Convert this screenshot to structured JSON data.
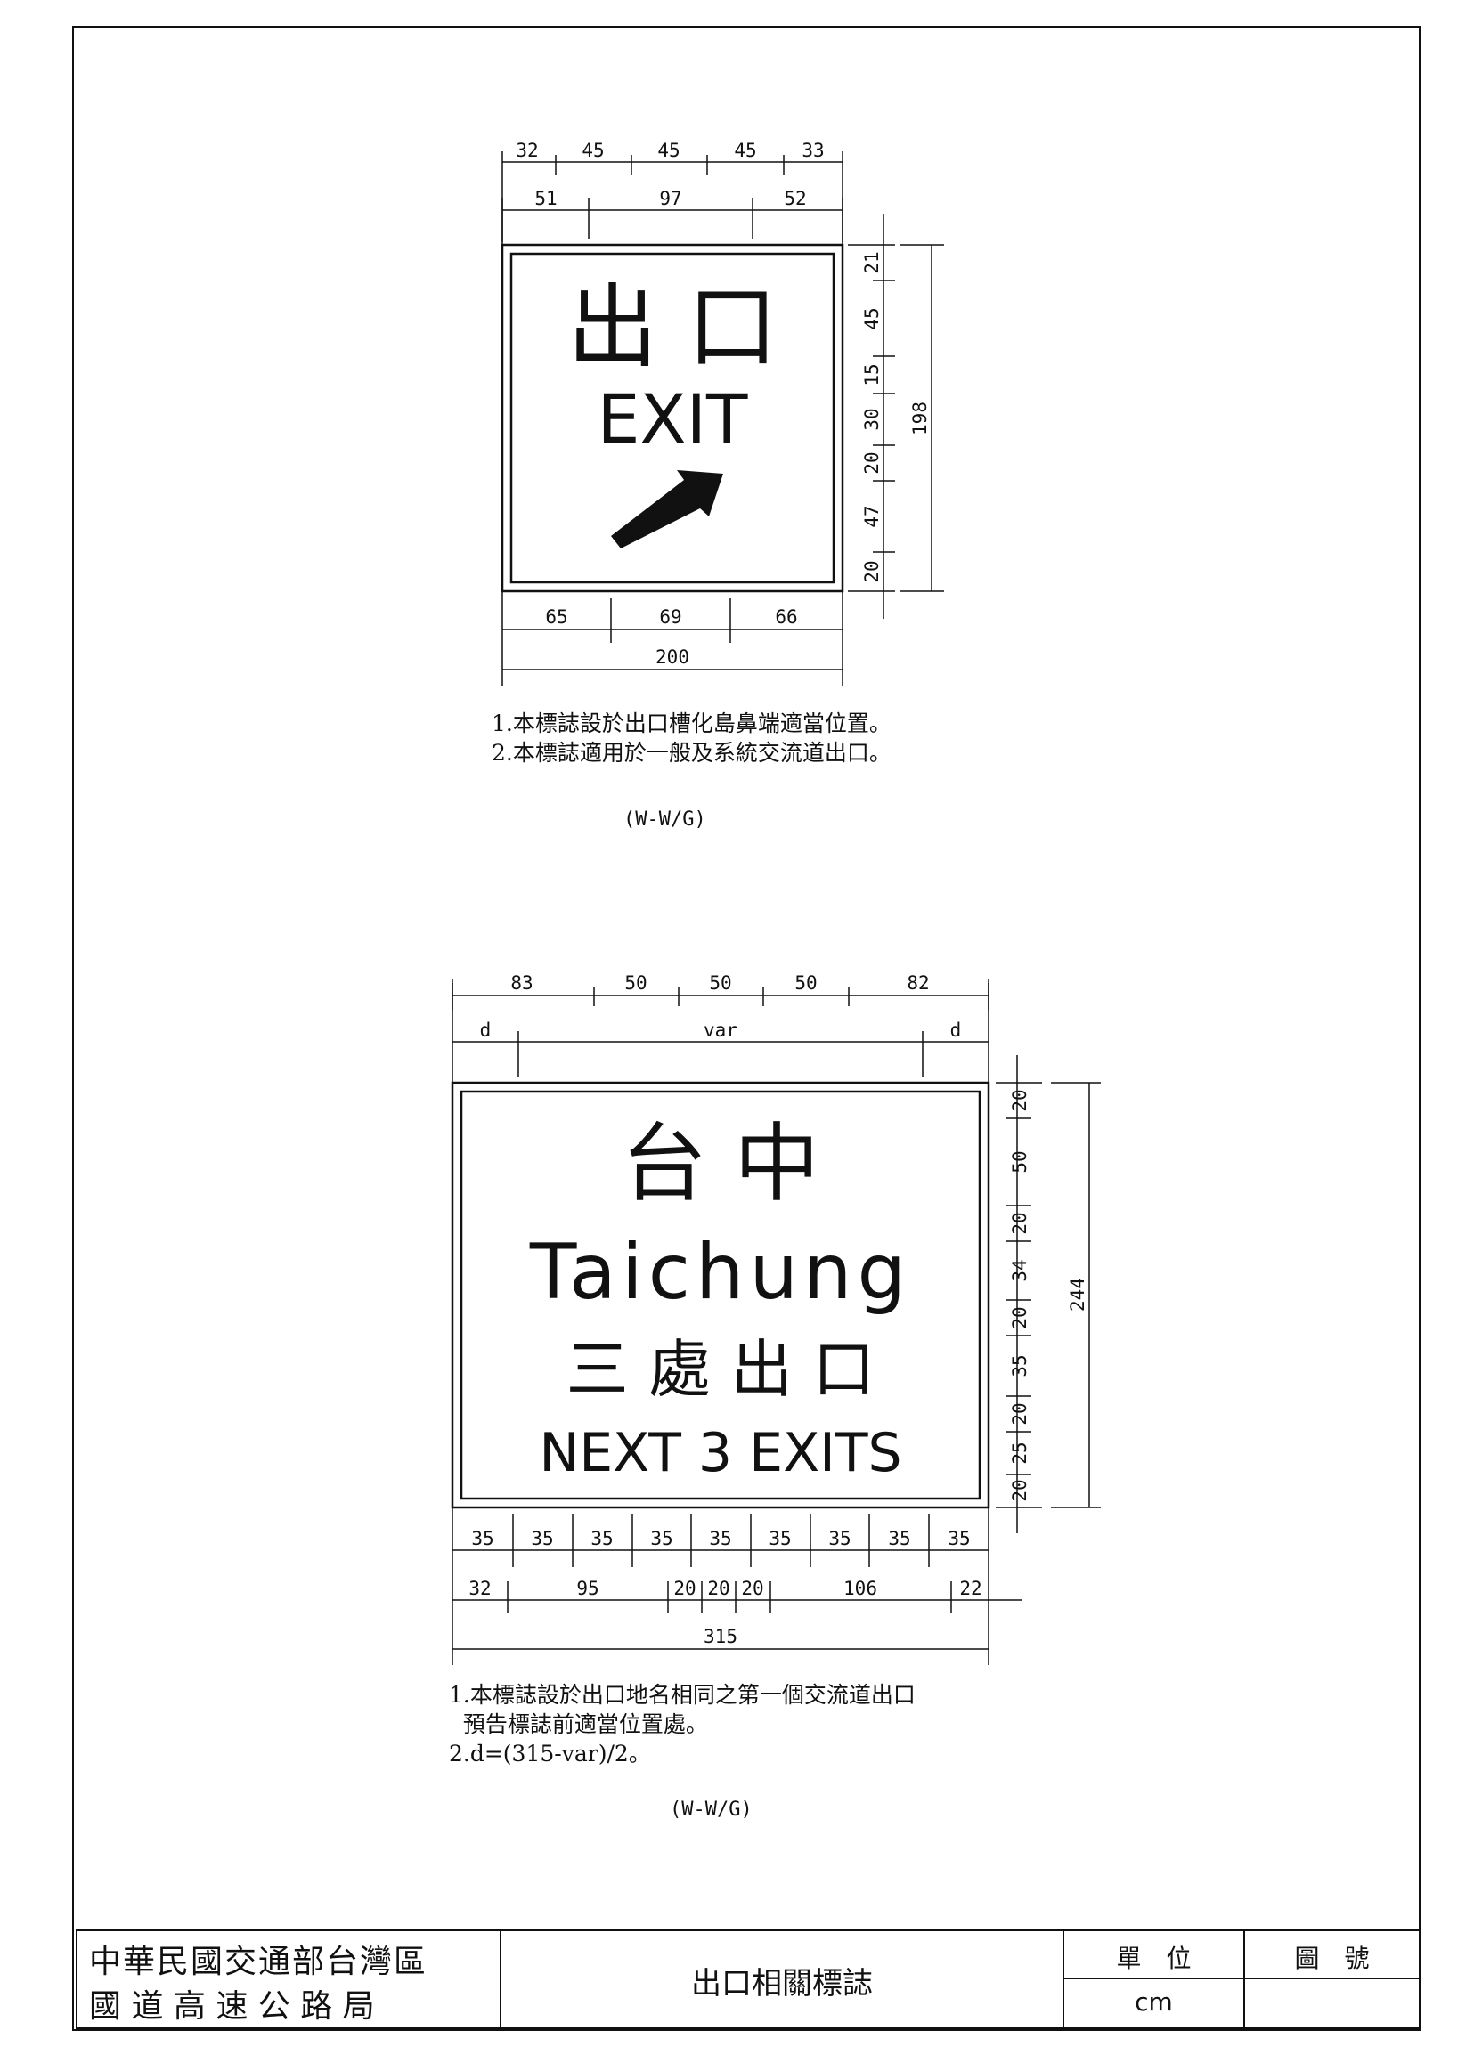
{
  "sign1": {
    "zh": "出 口",
    "en": "EXIT",
    "top_dims": [
      "32",
      "45",
      "45",
      "45",
      "33"
    ],
    "top_dims2": [
      "51",
      "97",
      "52"
    ],
    "side_dims": [
      "21",
      "45",
      "15",
      "30",
      "20",
      "47",
      "20"
    ],
    "height_total": "198",
    "bottom_dims": [
      "65",
      "69",
      "66"
    ],
    "width_total": "200",
    "notes": [
      "1.本標誌設於出口槽化島鼻端適當位置。",
      "2.本標誌適用於一般及系統交流道出口。"
    ],
    "code": "(W-W/G)"
  },
  "sign2": {
    "zh_place": "台 中",
    "en_place": "Taichung",
    "zh_next": "三 處 出 口",
    "en_next": "NEXT 3 EXITS",
    "top_dims": [
      "83",
      "50",
      "50",
      "50",
      "82"
    ],
    "top_dims2": [
      "d",
      "var",
      "d"
    ],
    "side_dims": [
      "20",
      "50",
      "20",
      "34",
      "20",
      "35",
      "20",
      "25",
      "20"
    ],
    "height_total": "244",
    "bottom_dims": [
      "35",
      "35",
      "35",
      "35",
      "35",
      "35",
      "35",
      "35",
      "35"
    ],
    "bottom_dims2": [
      "32",
      "95",
      "20",
      "20",
      "20",
      "106",
      "22"
    ],
    "width_total": "315",
    "notes": [
      "1.本標誌設於出口地名相同之第一個交流道出口",
      "  預告標誌前適當位置處。",
      "2.d=(315-var)/2。"
    ],
    "code": "(W-W/G)"
  },
  "title_block": {
    "org_line1": "中華民國交通部台灣區",
    "org_line2": "國 道 高 速 公 路 局",
    "drawing_title": "出口相關標誌",
    "unit_label": "單　位",
    "unit_value": "cm",
    "drawing_no_label": "圖　號",
    "drawing_no_value": ""
  }
}
